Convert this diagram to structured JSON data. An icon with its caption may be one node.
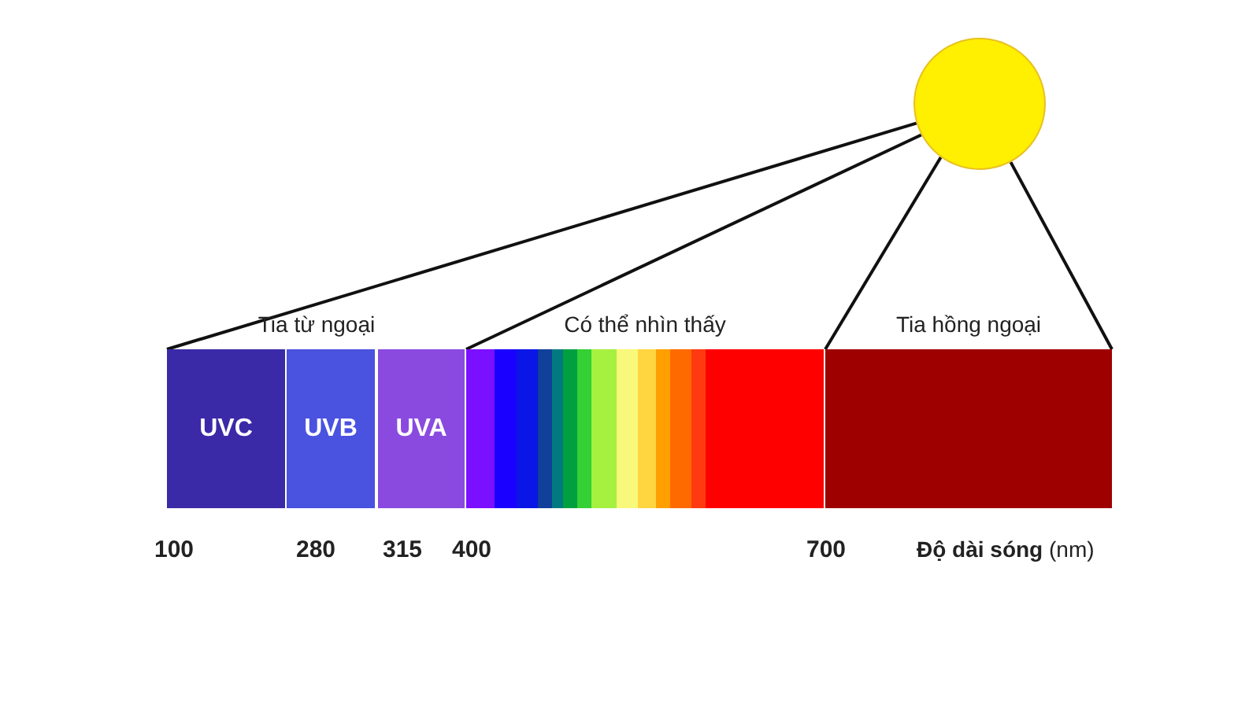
{
  "diagram": {
    "nodes": [
      {
        "text": [],
        "shape": "circle"
      },
      {
        "text": [
          "Tia từ ngoại"
        ]
      },
      {
        "text": [
          "UVC"
        ],
        "in": 1
      },
      {
        "text": [
          "UVB"
        ],
        "in": 1
      },
      {
        "text": [
          "UVA"
        ],
        "in": 1
      },
      {
        "text": [
          "Có thể nhìn thấy"
        ]
      },
      {
        "text": [
          "Tia hồng ngoại"
        ]
      }
    ],
    "edges": [
      {
        "from": 0,
        "to": 1,
        "arrow": "none"
      },
      {
        "from": 0,
        "to": 5,
        "arrow": "none"
      },
      {
        "from": 0,
        "to": 6,
        "arrow": "none"
      },
      {
        "from": 0,
        "to": 6,
        "arrow": "none"
      }
    ],
    "labels": [
      "100",
      "280",
      "315",
      "400",
      "700",
      "**Độ dài sóng** (nm)"
    ]
  }
}
